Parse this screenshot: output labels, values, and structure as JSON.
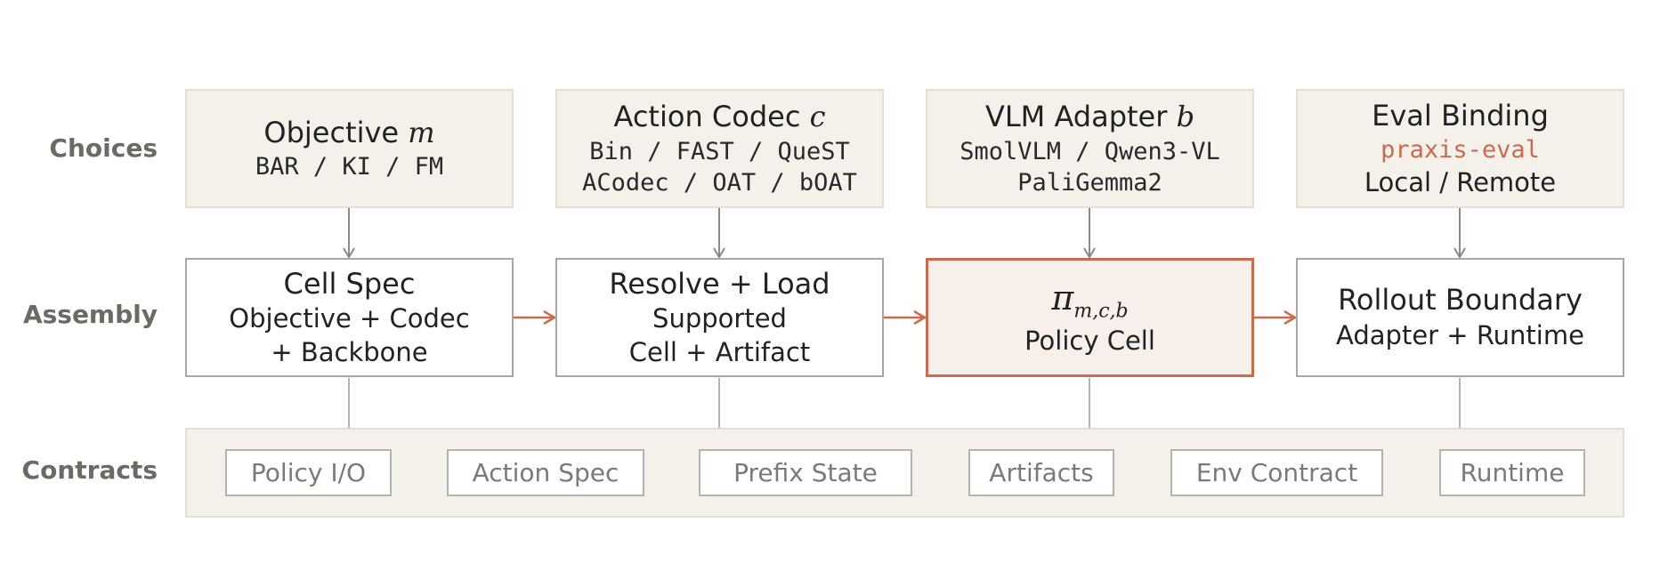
{
  "rows": {
    "choices": "Choices",
    "assembly": "Assembly",
    "contracts": "Contracts"
  },
  "choices": [
    {
      "title": "Objective",
      "symbol": "m",
      "lines": [
        "BAR / KI / FM"
      ]
    },
    {
      "title": "Action Codec",
      "symbol": "c",
      "lines": [
        "Bin / FAST / QueST",
        "ACodec / OAT / bOAT"
      ]
    },
    {
      "title": "VLM Adapter",
      "symbol": "b",
      "lines": [
        "SmolVLM / Qwen3-VL",
        "PaliGemma2"
      ]
    },
    {
      "title": "Eval Binding",
      "accent_line": "praxis-eval",
      "lines": [
        "Local / Remote"
      ]
    }
  ],
  "assembly": [
    {
      "title": "Cell Spec",
      "lines": [
        "Objective + Codec",
        "+ Backbone"
      ]
    },
    {
      "title": "Resolve + Load",
      "lines": [
        "Supported",
        "Cell + Artifact"
      ]
    },
    {
      "symbol": "π",
      "subscript": "m,c,b",
      "lines": [
        "Policy Cell"
      ]
    },
    {
      "title": "Rollout Boundary",
      "lines": [
        "Adapter + Runtime"
      ]
    }
  ],
  "contracts": [
    "Policy I/O",
    "Action Spec",
    "Prefix State",
    "Artifacts",
    "Env Contract",
    "Runtime"
  ],
  "colors": {
    "accent": "#cd6a4d",
    "choice_fill": "#f4f0ea",
    "box_border": "#a7a7a3",
    "label": "#6b6b66"
  }
}
